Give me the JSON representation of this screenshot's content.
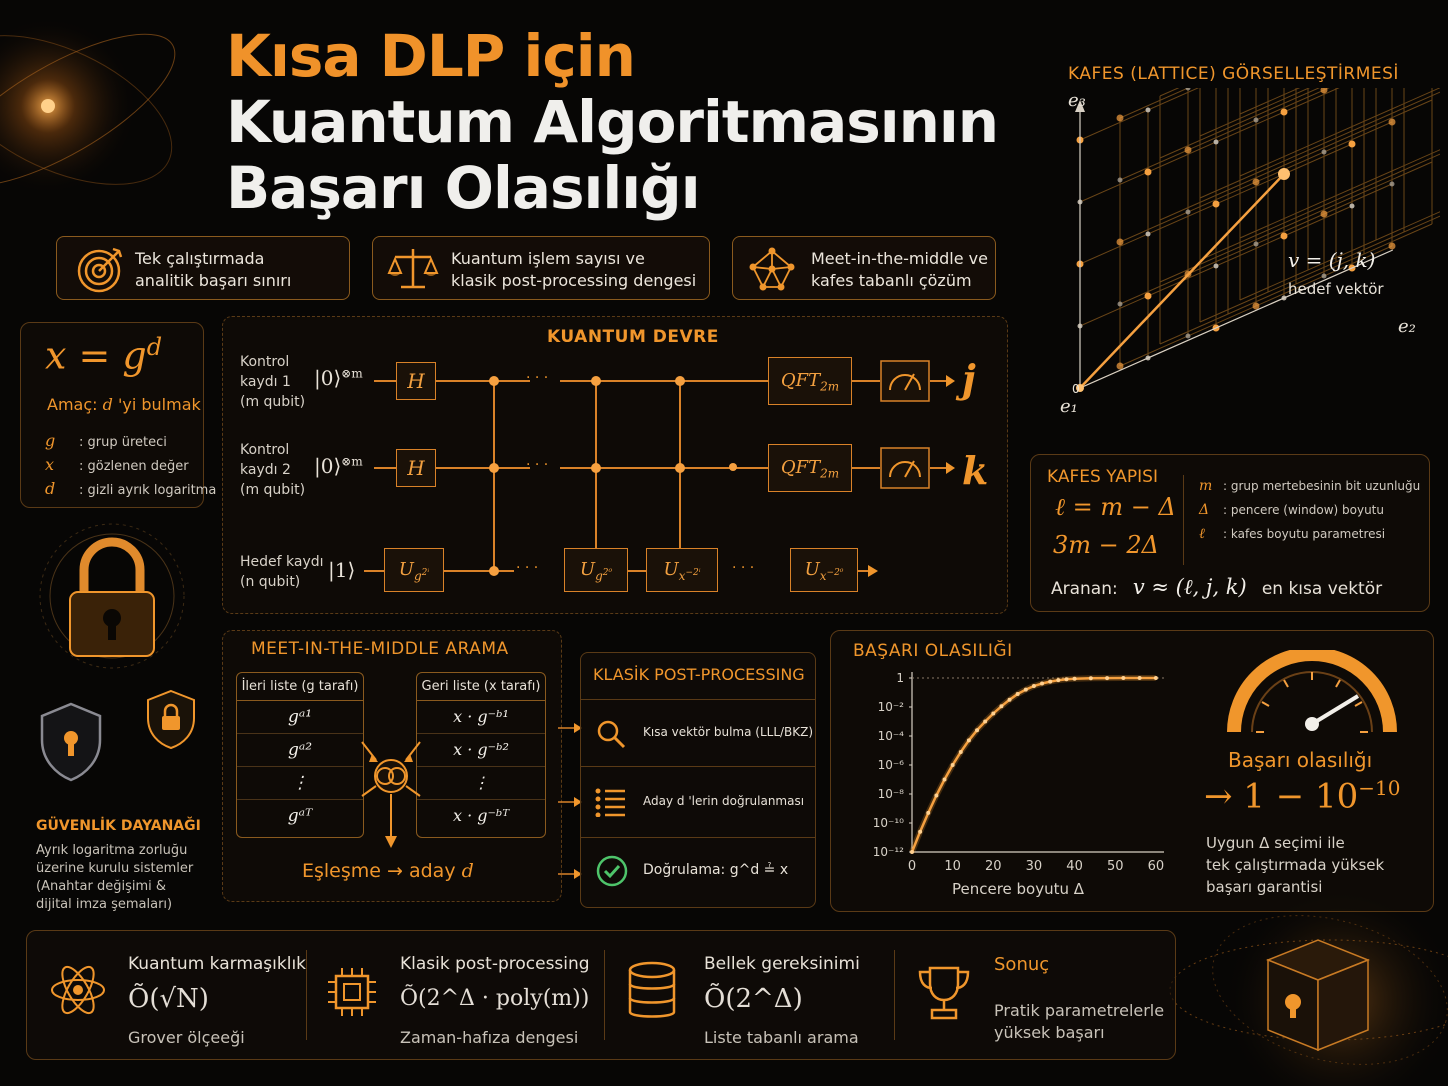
{
  "title": {
    "line1": "Kısa DLP için",
    "line2": "Kuantum Algoritmasının",
    "line3": "Başarı Olasılığı"
  },
  "features": [
    {
      "icon": "target-icon",
      "text1": "Tek çalıştırmada",
      "text2": "analitik başarı sınırı"
    },
    {
      "icon": "scales-icon",
      "text1": "Kuantum işlem sayısı ve",
      "text2": "klasik post-processing dengesi"
    },
    {
      "icon": "network-icon",
      "text1": "Meet-in-the-middle ve",
      "text2": "kafes tabanlı çözüm"
    }
  ],
  "problem": {
    "equation": "x = g",
    "exponent": "d",
    "goal_prefix": "Amaç:",
    "goal_var": "d",
    "goal_suffix": "'yi bulmak",
    "defs": [
      {
        "sym": "g",
        "desc": ": grup üreteci"
      },
      {
        "sym": "x",
        "desc": ": gözlenen değer"
      },
      {
        "sym": "d",
        "desc": ": gizli ayrık logaritma"
      }
    ]
  },
  "security": {
    "title": "GÜVENLİK DAYANAĞI",
    "lines": [
      "Ayrık logaritma zorluğu",
      "üzerine kurulu sistemler",
      "(Anahtar değişimi &",
      "dijital imza şemaları)"
    ]
  },
  "circuit": {
    "title": "KUANTUM DEVRE",
    "reg1": [
      "Kontrol",
      "kaydı 1",
      "(m qubit)"
    ],
    "reg2": [
      "Kontrol",
      "kaydı 2",
      "(m qubit)"
    ],
    "reg3": [
      "Hedef kaydı",
      "(n qubit)"
    ],
    "ket0": "|0⟩",
    "ket0_exp": "⊗m",
    "ket1": "|1⟩",
    "h_gate": "H",
    "qft_gate": "QFT",
    "qft_sub": "2m",
    "out1": "j",
    "out2": "k",
    "ellipsis": "· · ·",
    "u_gates": [
      {
        "base": "U",
        "sub": "g",
        "sup": "2ⁱ"
      },
      {
        "base": "U",
        "sub": "g",
        "sup": "2⁰"
      },
      {
        "base": "U",
        "sub": "x",
        "sup": "−2ⁱ"
      },
      {
        "base": "U",
        "sub": "x",
        "sup": "−2⁰"
      }
    ]
  },
  "lattice": {
    "title": "KAFES (LATTICE) GÖRSELLEŞTİRMESİ",
    "axis_e1": "e₁",
    "axis_e2": "e₂",
    "axis_e3": "e₃",
    "origin": "0",
    "vector_label": "v = (j, k)",
    "vector_desc": "hedef vektör"
  },
  "lattice_structure": {
    "title": "KAFES YAPISI",
    "eq1": "ℓ = m − Δ",
    "eq2": "3m − 2Δ",
    "defs": [
      {
        "sym": "m",
        "desc": ": grup mertebesinin bit uzunluğu"
      },
      {
        "sym": "Δ",
        "desc": ": pencere (window) boyutu"
      },
      {
        "sym": "ℓ",
        "desc": ": kafes boyutu parametresi"
      }
    ],
    "search_prefix": "Aranan:",
    "search_formula": "v ≈ (ℓ, j, k)",
    "search_suffix": "en kısa vektör"
  },
  "mitm": {
    "title": "MEET-IN-THE-MIDDLE ARAMA",
    "left_header": "İleri liste (g tarafı)",
    "right_header": "Geri liste (x tarafı)",
    "left_items": [
      "gᵃ¹",
      "gᵃ²",
      "⋮",
      "gᵃᵀ"
    ],
    "right_items": [
      "x · g⁻ᵇ¹",
      "x · g⁻ᵇ²",
      "⋮",
      "x · g⁻ᵇᵀ"
    ],
    "match_text": "Eşleşme → aday",
    "match_var": "d"
  },
  "post": {
    "title": "KLASİK POST-PROCESSING",
    "items": [
      {
        "icon": "magnifier-icon",
        "text": "Kısa vektör bulma (LLL/BKZ)"
      },
      {
        "icon": "list-icon",
        "text": "Aday d 'lerin doğrulanması"
      },
      {
        "icon": "check-icon",
        "text": "Doğrulama: g^d ≟ x"
      }
    ]
  },
  "success": {
    "title": "BAŞARI OLASILIĞI",
    "gauge_label": "Başarı olasılığı",
    "gauge_formula": "→ 1 − 10",
    "gauge_exp": "−10",
    "note": [
      "Uygun Δ seçimi ile",
      "tek çalıştırmada yüksek",
      "başarı garantisi"
    ]
  },
  "chart_data": {
    "type": "line",
    "xlabel": "Pencere boyutu Δ",
    "ylabel": "",
    "x_ticks": [
      "0",
      "10",
      "20",
      "30",
      "40",
      "50",
      "60"
    ],
    "y_ticks": [
      "1",
      "10⁻²",
      "10⁻⁴",
      "10⁻⁶",
      "10⁻⁸",
      "10⁻¹⁰",
      "10⁻¹²"
    ],
    "xlim": [
      0,
      62
    ],
    "y_log_exponent_lim": [
      -12,
      0
    ],
    "y_scale": "log",
    "series": [
      {
        "x": [
          0,
          2,
          4,
          6,
          8,
          10,
          12,
          14,
          16,
          18,
          20,
          22,
          24,
          26,
          28,
          30,
          32,
          34,
          36,
          38,
          40,
          44,
          48,
          52,
          56,
          60
        ],
        "y_exp": [
          -12,
          -10.6,
          -9.3,
          -8.1,
          -7.0,
          -6.0,
          -5.1,
          -4.3,
          -3.6,
          -3.0,
          -2.45,
          -1.95,
          -1.5,
          -1.1,
          -0.8,
          -0.55,
          -0.38,
          -0.25,
          -0.15,
          -0.09,
          -0.05,
          -0.02,
          -0.01,
          0,
          0,
          0
        ]
      }
    ]
  },
  "bottom": [
    {
      "icon": "atom-icon",
      "title": "Kuantum karmaşıklık",
      "formula": "Õ(√N)",
      "sub": "Grover ölçeeği"
    },
    {
      "icon": "chip-icon",
      "title": "Klasik post-processing",
      "formula": "Õ(2^Δ · poly(m))",
      "sub": "Zaman-hafıza dengesi"
    },
    {
      "icon": "database-icon",
      "title": "Bellek gereksinimi",
      "formula": "Õ(2^Δ)",
      "sub": "Liste tabanlı arama"
    },
    {
      "icon": "trophy-icon",
      "title": "Sonuç",
      "formula": "",
      "sub": "Pratik parametrelerle\nyüksek başarı"
    }
  ],
  "colors": {
    "accent": "#f0962c",
    "background": "#070605",
    "panel_border": "#5a3a16"
  }
}
